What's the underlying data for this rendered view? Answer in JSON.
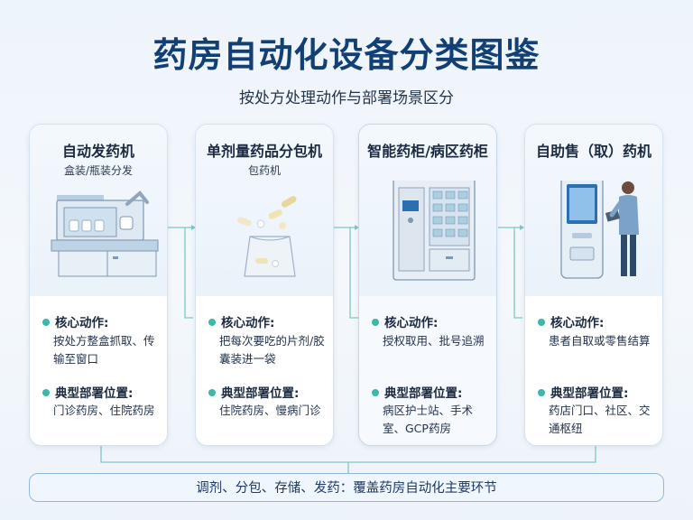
{
  "header": {
    "title": "药房自动化设备分类图鉴",
    "subtitle": "按处方处理动作与部署场景区分"
  },
  "section_labels": {
    "core_action": "核心动作:",
    "deployment": "典型部署位置:"
  },
  "cards": [
    {
      "title": "自动发药机",
      "subtitle": "盒装/瓶装分发",
      "illustration": "automatic-dispensing-machine",
      "core_action": "按处方整盒抓取、传输至窗口",
      "deployment": "门诊药房、住院药房"
    },
    {
      "title": "单剂量药品分包机",
      "subtitle": "包药机",
      "illustration": "unit-dose-packaging",
      "core_action": "把每次要吃的片剂/胶囊装进一袋",
      "deployment": "住院药房、慢病门诊"
    },
    {
      "title": "智能药柜/病区药柜",
      "subtitle": "",
      "illustration": "smart-cabinet",
      "core_action": "授权取用、批号追溯",
      "deployment": "病区护士站、手术室、GCP药房"
    },
    {
      "title": "自助售（取）药机",
      "subtitle": "",
      "illustration": "self-service-kiosk",
      "core_action": "患者自取或零售结算",
      "deployment": "药店门口、社区、交通枢纽"
    }
  ],
  "footer": {
    "summary": "调剂、分包、存储、发药：覆盖药房自动化主要环节"
  },
  "colors": {
    "title": "#123f74",
    "accent": "#3bb8a8",
    "bar_border": "#8fb8e0"
  }
}
